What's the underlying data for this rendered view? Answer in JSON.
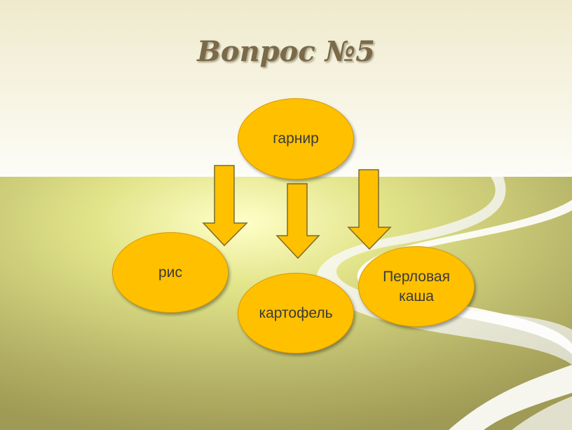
{
  "slide": {
    "title": "Вопрос №5"
  },
  "diagram": {
    "root": {
      "label": "гарнир"
    },
    "children": [
      {
        "label": "рис"
      },
      {
        "label": "картофель"
      },
      {
        "label": "Перловая каша"
      }
    ]
  },
  "colors": {
    "node_fill": "#ffc000",
    "arrow_fill": "#ffc000",
    "title_text": "#7a6a4a",
    "band_olive": "#b0ad5c"
  }
}
